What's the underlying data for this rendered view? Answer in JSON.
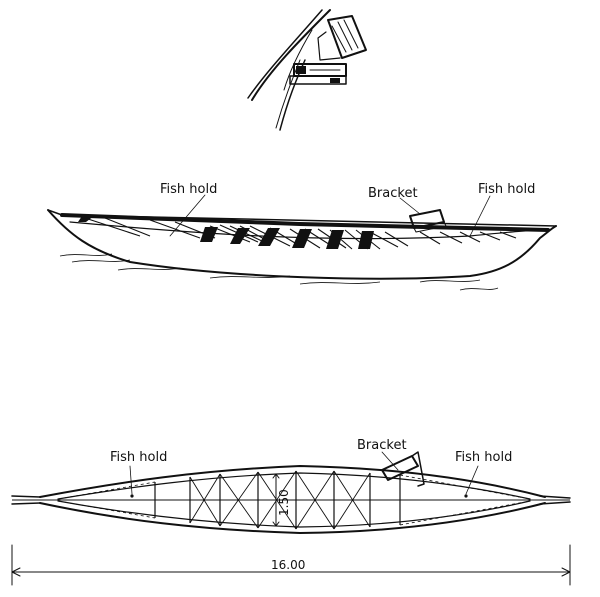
{
  "labels": {
    "side_fish_hold_left": "Fish hold",
    "side_bracket": "Bracket",
    "side_fish_hold_right": "Fish hold",
    "plan_fish_hold_left": "Fish hold",
    "plan_bracket": "Bracket",
    "plan_fish_hold_right": "Fish hold",
    "beam_dimension": "1.50",
    "length_dimension": "16.00"
  }
}
